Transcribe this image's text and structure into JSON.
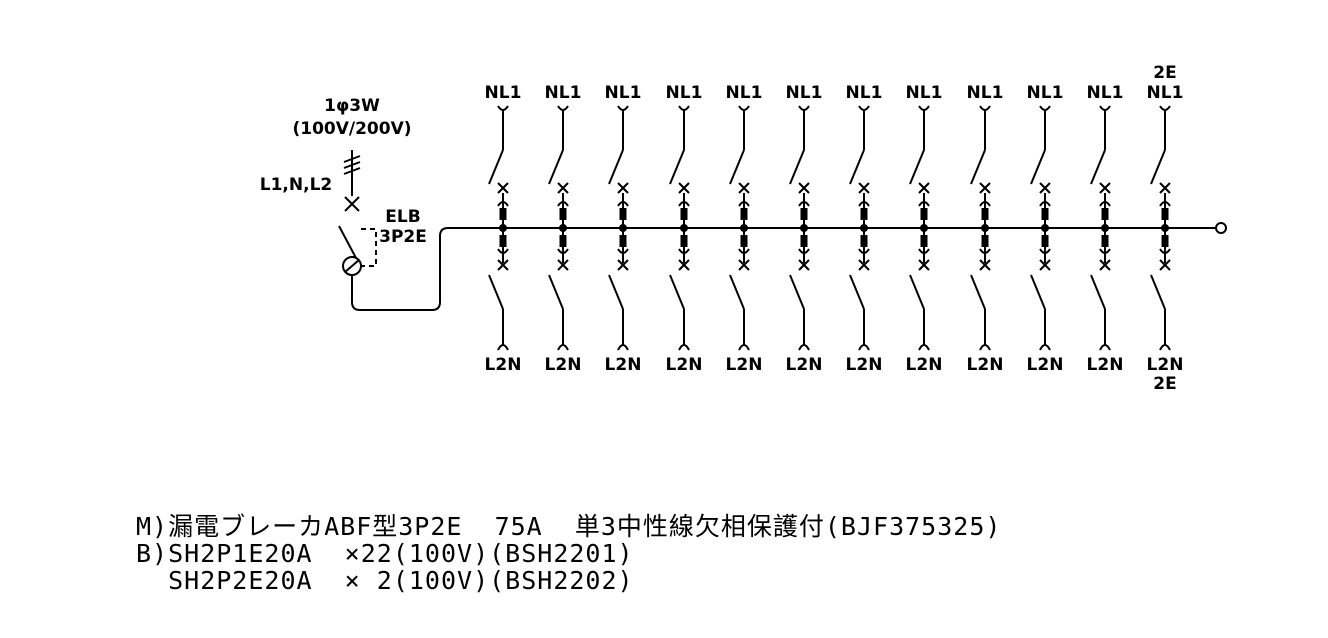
{
  "supply": {
    "system": "1φ3W",
    "voltage": "(100V/200V)",
    "lines": "L1,N,L2",
    "main_breaker_type": "ELB",
    "main_breaker_poles": "3P2E"
  },
  "branches": [
    {
      "top": "NL1",
      "bottom": "L2N",
      "top_extra": "",
      "bottom_extra": ""
    },
    {
      "top": "NL1",
      "bottom": "L2N",
      "top_extra": "",
      "bottom_extra": ""
    },
    {
      "top": "NL1",
      "bottom": "L2N",
      "top_extra": "",
      "bottom_extra": ""
    },
    {
      "top": "NL1",
      "bottom": "L2N",
      "top_extra": "",
      "bottom_extra": ""
    },
    {
      "top": "NL1",
      "bottom": "L2N",
      "top_extra": "",
      "bottom_extra": ""
    },
    {
      "top": "NL1",
      "bottom": "L2N",
      "top_extra": "",
      "bottom_extra": ""
    },
    {
      "top": "NL1",
      "bottom": "L2N",
      "top_extra": "",
      "bottom_extra": ""
    },
    {
      "top": "NL1",
      "bottom": "L2N",
      "top_extra": "",
      "bottom_extra": ""
    },
    {
      "top": "NL1",
      "bottom": "L2N",
      "top_extra": "",
      "bottom_extra": ""
    },
    {
      "top": "NL1",
      "bottom": "L2N",
      "top_extra": "",
      "bottom_extra": ""
    },
    {
      "top": "NL1",
      "bottom": "L2N",
      "top_extra": "",
      "bottom_extra": ""
    },
    {
      "top": "NL1",
      "bottom": "L2N",
      "top_extra": "2E",
      "bottom_extra": "2E"
    }
  ],
  "notes": [
    "M)漏電ブレーカABF型3P2E  75A  単3中性線欠相保護付(BJF375325)",
    "B)SH2P1E20A  ×22(100V)(BSH2201)",
    "  SH2P2E20A  × 2(100V)(BSH2202)"
  ]
}
